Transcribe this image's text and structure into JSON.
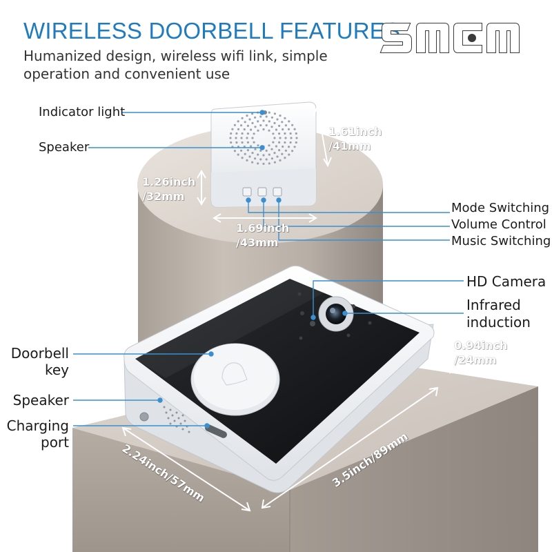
{
  "header": {
    "title": "WIRELESS DOORBELL FEATURES",
    "subtitle": "Humanized design, wireless wifi link, simple operation and convenient use"
  },
  "brand": {
    "logo_text": "SMCM"
  },
  "chime_labels": {
    "indicator_light": "Indicator light",
    "speaker": "Speaker",
    "mode_switching": "Mode Switching",
    "volume_control": "Volume Control",
    "music_switching": "Music Switching"
  },
  "chime_dimensions": {
    "height_in": "1.61inch",
    "height_mm": "/41mm",
    "depth_in": "1.26inch",
    "depth_mm": "/32mm",
    "width_in": "1.69inch",
    "width_mm": "/43mm"
  },
  "doorbell_labels": {
    "hd_camera": "HD Camera",
    "infrared_line1": "Infrared",
    "infrared_line2": "induction",
    "doorbell_key_line1": "Doorbell",
    "doorbell_key_line2": "key",
    "speaker": "Speaker",
    "charging_line1": "Charging",
    "charging_line2": "port"
  },
  "doorbell_dimensions": {
    "thickness_in": "0.94inch",
    "thickness_mm": "/24mm",
    "width": "2.24inch/57mm",
    "length": "3.5inch/89mm"
  },
  "colors": {
    "title": "#1f7bbf",
    "leader_line": "#3a8fd0",
    "dimension_text": "#ffffff",
    "pedestal": "#cfc6bd"
  }
}
